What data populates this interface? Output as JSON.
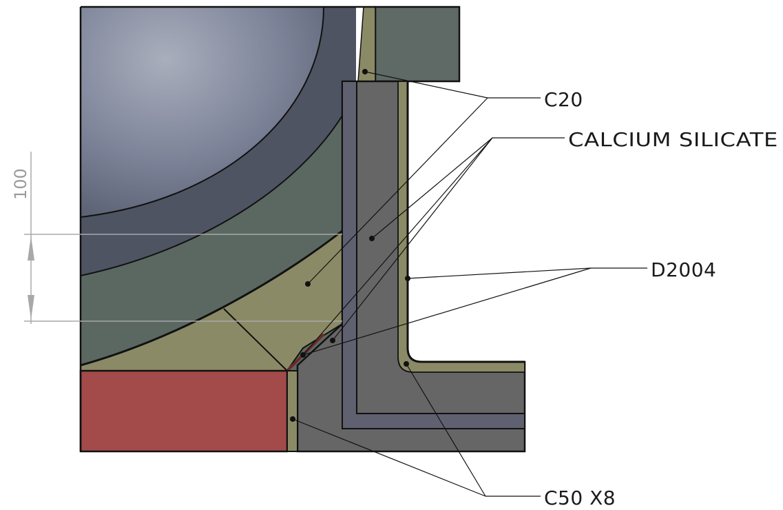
{
  "callouts": {
    "c20": "C20",
    "calcium_silicate": "CALCIUM SILICATE",
    "d2004": "D2004",
    "c50x8": "C50 X8"
  },
  "dimension": {
    "value": "100"
  },
  "materials": {
    "dome_inner_color": "#7a8196",
    "dome_shell_color": "#4f5462",
    "green_layer_color": "#5b6862",
    "olive_fill_color": "#8a8a66",
    "olive_line_color": "#6b6b45",
    "casing_color": "#666666",
    "casing_light_color": "#737373",
    "blue_gray_color": "#5f6070",
    "red_block_color": "#a34a4a",
    "top_block_color": "#5f6965"
  }
}
